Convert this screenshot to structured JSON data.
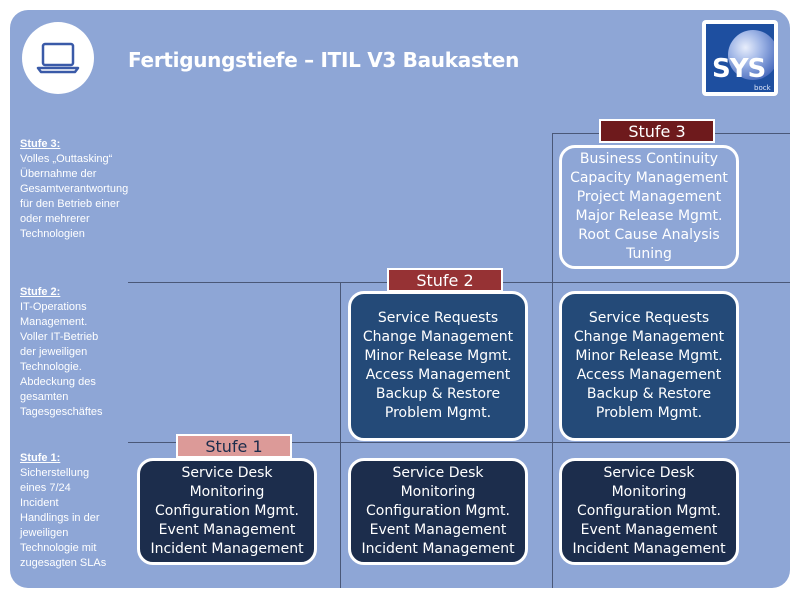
{
  "header": {
    "title": "Fertigungstiefe – ITIL V3 Baukasten",
    "brand_text": "SYS",
    "brand_sub": "bock"
  },
  "colors": {
    "slide_bg": "#8ea6d6",
    "box_dark": "#1c2d4c",
    "box_mid": "#244a78",
    "tag_stufe1": "#dc9a98",
    "tag_stufe2": "#963234",
    "tag_stufe3": "#6e1a1c"
  },
  "descriptions": [
    {
      "heading": "Stufe 3:",
      "lines": [
        "Volles „Outtasking“",
        "Übernahme der",
        "Gesamtverantwortung",
        "für den Betrieb einer",
        "oder mehrerer",
        "Technologien"
      ]
    },
    {
      "heading": "Stufe 2:",
      "lines": [
        "IT-Operations",
        "Management.",
        "Voller IT-Betrieb",
        "der jeweiligen",
        "Technologie.",
        "Abdeckung des",
        "gesamten",
        "Tagesgeschäftes"
      ]
    },
    {
      "heading": "Stufe 1:",
      "lines": [
        "Sicherstellung",
        "eines 7/24",
        "Incident",
        "Handlings in der",
        "jeweiligen",
        "Technologie mit",
        "zugesagten SLAs"
      ]
    }
  ],
  "stages": {
    "stufe1": {
      "label": "Stufe 1",
      "items": [
        "Service Desk",
        "Monitoring",
        "Configuration Mgmt.",
        "Event Management",
        "Incident Management"
      ]
    },
    "stufe2": {
      "label": "Stufe 2",
      "items": [
        "Service Requests",
        "Change Management",
        "Minor Release Mgmt.",
        "Access Management",
        "Backup & Restore",
        "Problem Mgmt."
      ]
    },
    "stufe3": {
      "label": "Stufe 3",
      "items": [
        "Business Continuity",
        "Capacity Management",
        "Project Management",
        "Major Release Mgmt.",
        "Root Cause Analysis",
        "Tuning"
      ]
    }
  }
}
